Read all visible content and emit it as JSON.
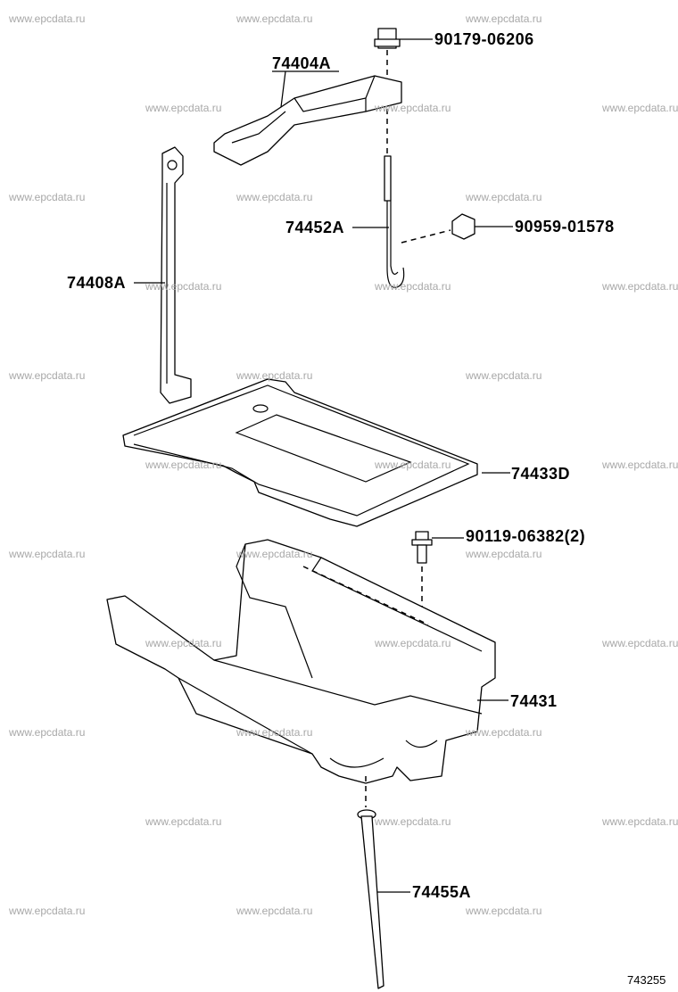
{
  "watermark": "www.epcdata.ru",
  "labels": {
    "p90179": "90179-06206",
    "p74404": "74404A",
    "p74452": "74452A",
    "p90959": "90959-01578",
    "p74408": "74408A",
    "p74433": "74433D",
    "p90119": "90119-06382(2)",
    "p74431": "74431",
    "p74455": "74455A"
  },
  "diagram_code": "743255"
}
